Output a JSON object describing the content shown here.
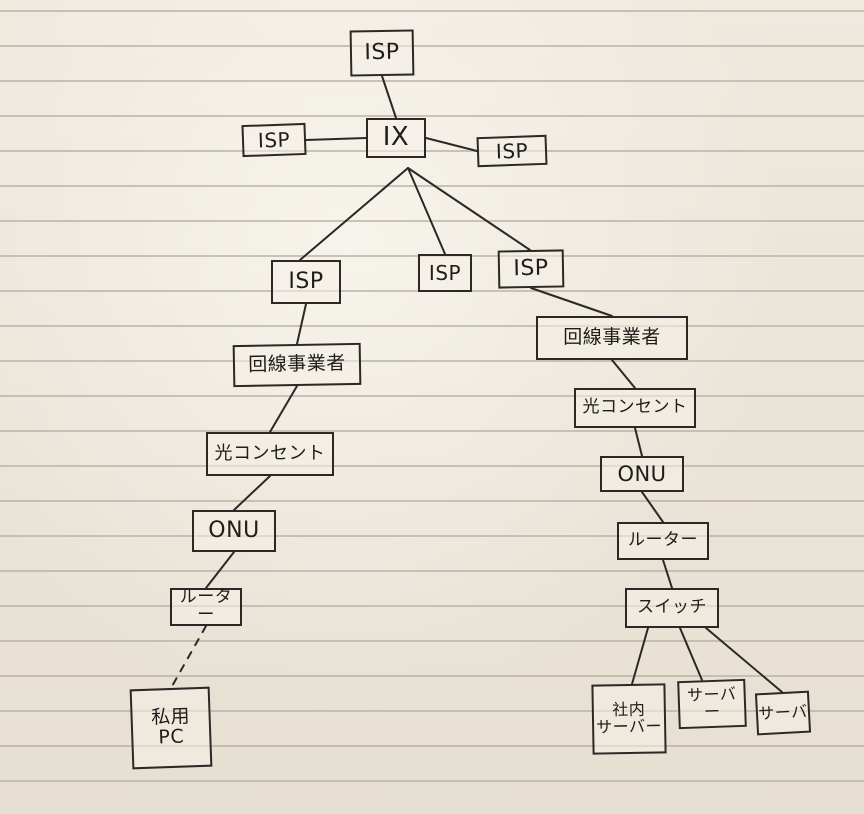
{
  "diagram": {
    "nodes": [
      {
        "id": "isp_top",
        "label": "ISP"
      },
      {
        "id": "isp_left",
        "label": "ISP"
      },
      {
        "id": "ix",
        "label": "IX"
      },
      {
        "id": "isp_right",
        "label": "ISP"
      },
      {
        "id": "isp_a",
        "label": "ISP"
      },
      {
        "id": "isp_b",
        "label": "ISP"
      },
      {
        "id": "isp_c",
        "label": "ISP"
      },
      {
        "id": "line_carrier_left",
        "label": "回線事業者"
      },
      {
        "id": "optical_outlet_left",
        "label": "光コンセント"
      },
      {
        "id": "onu_left",
        "label": "ONU"
      },
      {
        "id": "router_left",
        "label": "ルーター"
      },
      {
        "id": "private_pc",
        "label": "私用\nPC"
      },
      {
        "id": "line_carrier_right",
        "label": "回線事業者"
      },
      {
        "id": "optical_outlet_right",
        "label": "光コンセント"
      },
      {
        "id": "onu_right",
        "label": "ONU"
      },
      {
        "id": "router_right",
        "label": "ルーター"
      },
      {
        "id": "switch",
        "label": "スイッチ"
      },
      {
        "id": "internal_server",
        "label": "社内\nサーバー"
      },
      {
        "id": "server_1",
        "label": "サーバー"
      },
      {
        "id": "server_2",
        "label": "サーバ"
      }
    ],
    "edges": [
      {
        "from": "isp_top",
        "to": "ix",
        "style": "solid"
      },
      {
        "from": "isp_left",
        "to": "ix",
        "style": "solid"
      },
      {
        "from": "ix",
        "to": "isp_right",
        "style": "solid"
      },
      {
        "from": "ix",
        "to": "isp_a",
        "style": "solid"
      },
      {
        "from": "ix",
        "to": "isp_b",
        "style": "solid"
      },
      {
        "from": "ix",
        "to": "isp_c",
        "style": "solid"
      },
      {
        "from": "isp_a",
        "to": "line_carrier_left",
        "style": "solid"
      },
      {
        "from": "line_carrier_left",
        "to": "optical_outlet_left",
        "style": "solid"
      },
      {
        "from": "optical_outlet_left",
        "to": "onu_left",
        "style": "solid"
      },
      {
        "from": "onu_left",
        "to": "router_left",
        "style": "solid"
      },
      {
        "from": "router_left",
        "to": "private_pc",
        "style": "dashed"
      },
      {
        "from": "isp_c",
        "to": "line_carrier_right",
        "style": "solid"
      },
      {
        "from": "line_carrier_right",
        "to": "optical_outlet_right",
        "style": "solid"
      },
      {
        "from": "optical_outlet_right",
        "to": "onu_right",
        "style": "solid"
      },
      {
        "from": "onu_right",
        "to": "router_right",
        "style": "solid"
      },
      {
        "from": "router_right",
        "to": "switch",
        "style": "solid"
      },
      {
        "from": "switch",
        "to": "internal_server",
        "style": "solid"
      },
      {
        "from": "switch",
        "to": "server_1",
        "style": "solid"
      },
      {
        "from": "switch",
        "to": "server_2",
        "style": "solid"
      }
    ]
  },
  "colors": {
    "paper": "#ece6da",
    "rule": "#b9b2a8",
    "ink": "#2b2826"
  }
}
